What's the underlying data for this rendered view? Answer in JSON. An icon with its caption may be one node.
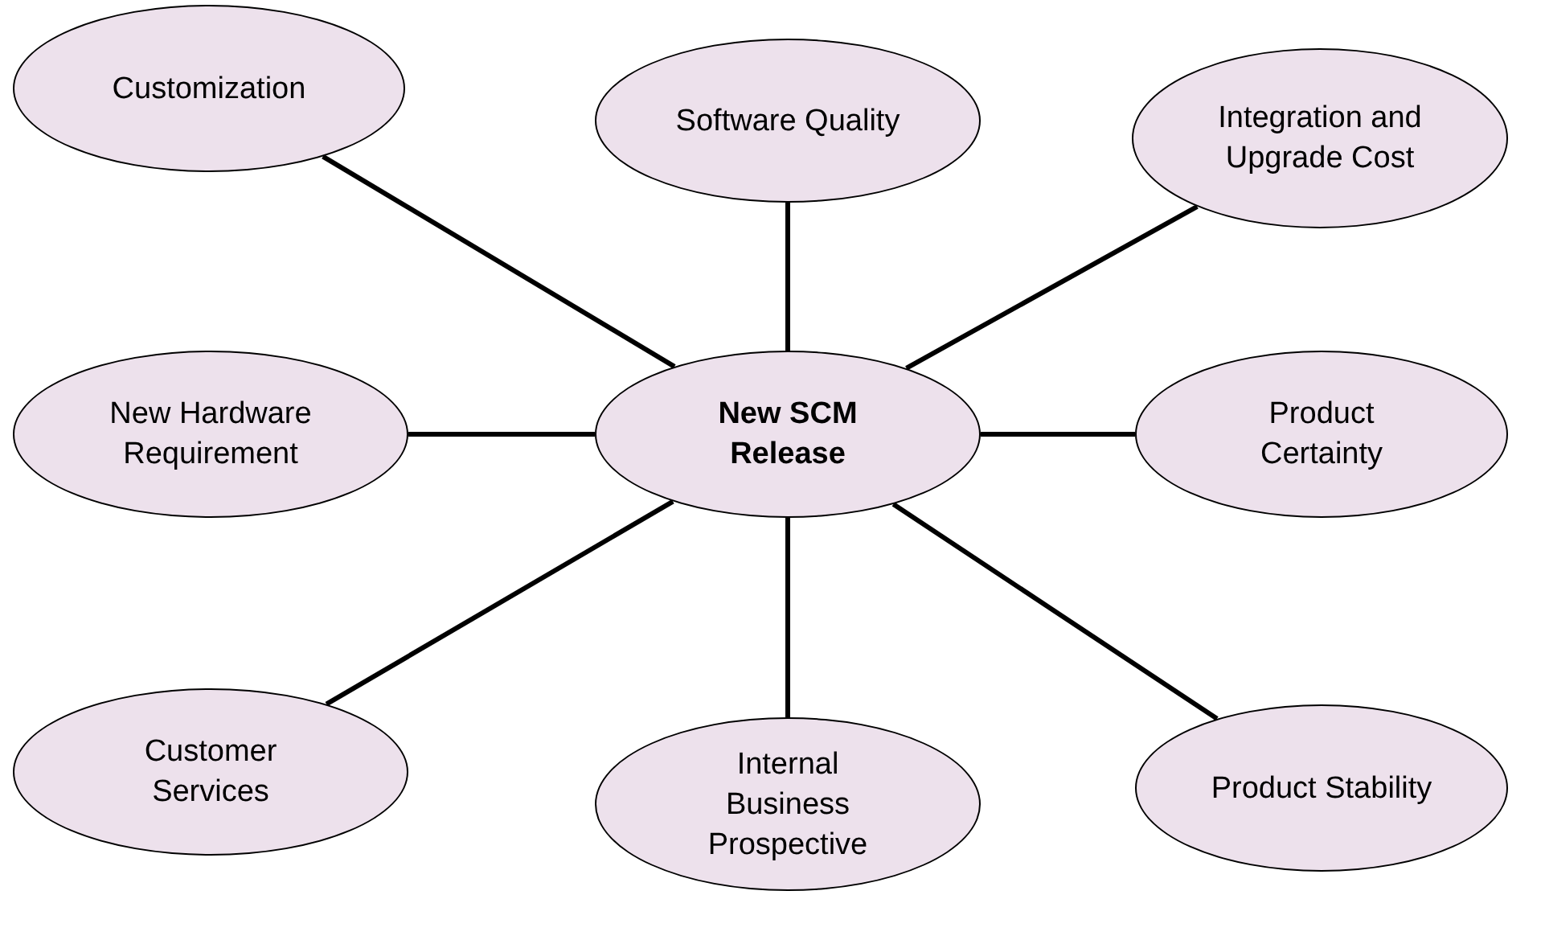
{
  "diagram": {
    "nodes": [
      {
        "text": [
          "Customization"
        ]
      },
      {
        "text": [
          "Software Quality"
        ]
      },
      {
        "text": [
          "Integration and Upgrade Cost"
        ]
      },
      {
        "text": [
          "New Hardware Requirement"
        ]
      },
      {
        "text": [
          "New SCM Release"
        ]
      },
      {
        "text": [
          "Product Certainty"
        ]
      },
      {
        "text": [
          "Customer Services"
        ]
      },
      {
        "text": [
          "Internal Business Prospective"
        ]
      },
      {
        "text": [
          "Product Stability"
        ]
      }
    ],
    "edges": [
      {
        "from": 4,
        "to": 0,
        "arrow": "none"
      },
      {
        "from": 4,
        "to": 1,
        "arrow": "none"
      },
      {
        "from": 4,
        "to": 2,
        "arrow": "none"
      },
      {
        "from": 4,
        "to": 3,
        "arrow": "none"
      },
      {
        "from": 4,
        "to": 5,
        "arrow": "none"
      },
      {
        "from": 4,
        "to": 6,
        "arrow": "none"
      },
      {
        "from": 4,
        "to": 7,
        "arrow": "none"
      },
      {
        "from": 4,
        "to": 8,
        "arrow": "none"
      }
    ]
  }
}
